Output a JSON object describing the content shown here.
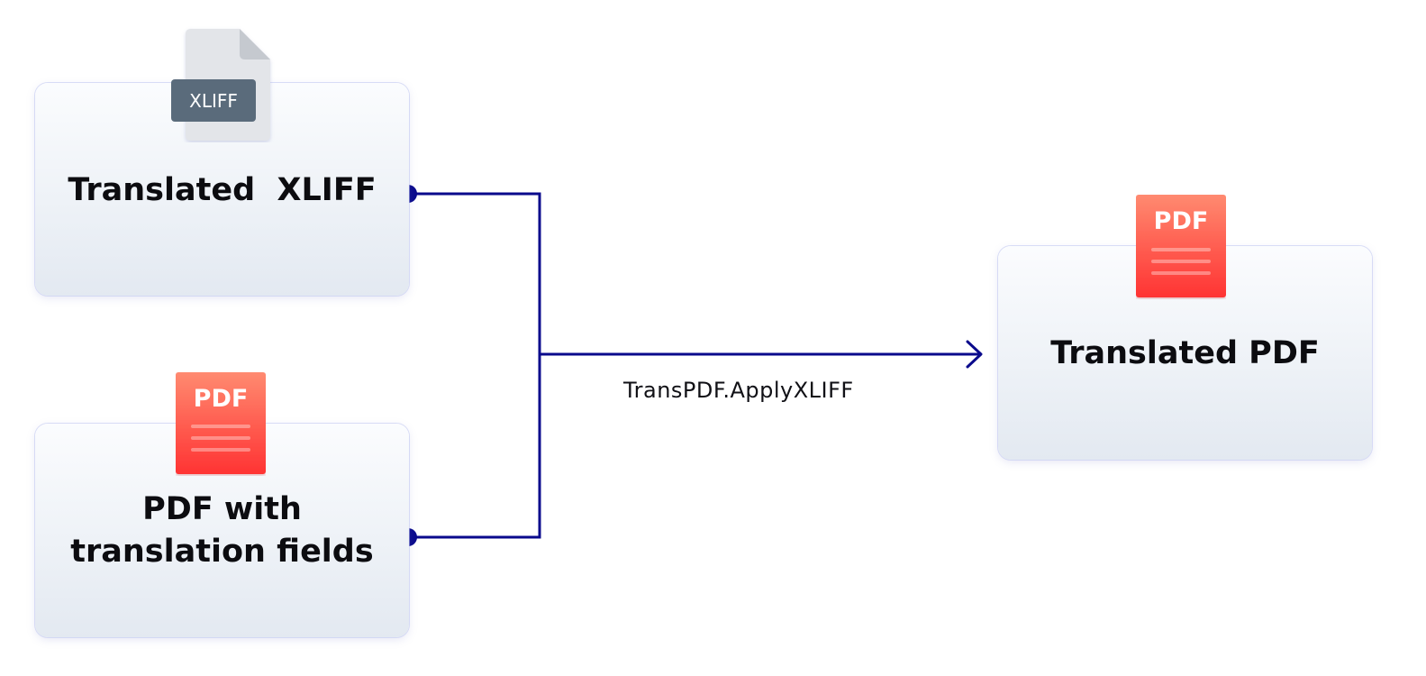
{
  "inputs": {
    "xliff": {
      "title": "Translated  XLIFF",
      "icon": "xliff-file-icon",
      "badge": "XLIFF"
    },
    "pdf_fields": {
      "title": "PDF with\ntranslation fields",
      "icon": "pdf-file-icon",
      "badge": "PDF"
    }
  },
  "operation": {
    "label": "TransPDF.ApplyXLIFF"
  },
  "output": {
    "title": "Translated PDF",
    "icon": "pdf-file-icon",
    "badge": "PDF"
  },
  "colors": {
    "connector": "#0a0a8c",
    "pdf_icon_top": "#ff8a70",
    "pdf_icon_bottom": "#ff3333",
    "xliff_badge": "#5a6b7b",
    "xliff_page": "#e3e5e9"
  }
}
